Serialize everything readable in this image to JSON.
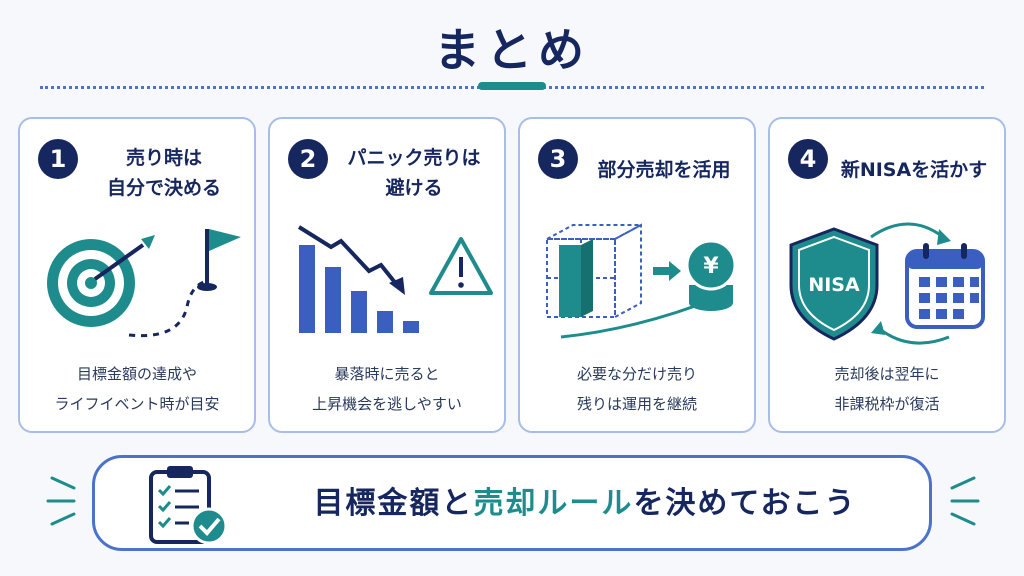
{
  "title": "まとめ",
  "cards": [
    {
      "number": "1",
      "heading": "売り時は\n自分で決める",
      "desc": "目標金額の達成や\nライフイベント時が目安"
    },
    {
      "number": "2",
      "heading": "パニック売りは\n避ける",
      "desc": "暴落時に売ると\n上昇機会を逃しやすい"
    },
    {
      "number": "3",
      "heading": "部分売却を活用",
      "desc": "必要な分だけ売り\n残りは運用を継続"
    },
    {
      "number": "4",
      "heading": "新NISAを活かす",
      "desc": "売却後は翌年に\n非課税枠が復活"
    }
  ],
  "icons": {
    "yen": "¥",
    "nisa": "NISA"
  },
  "bottom": {
    "part1": "目標金額と",
    "accent": "売却ルール",
    "part2": "を決めておこう"
  },
  "colors": {
    "navy": "#16265e",
    "teal": "#1e8c8c",
    "blue": "#3b5fc0",
    "border": "#a8bde8"
  }
}
